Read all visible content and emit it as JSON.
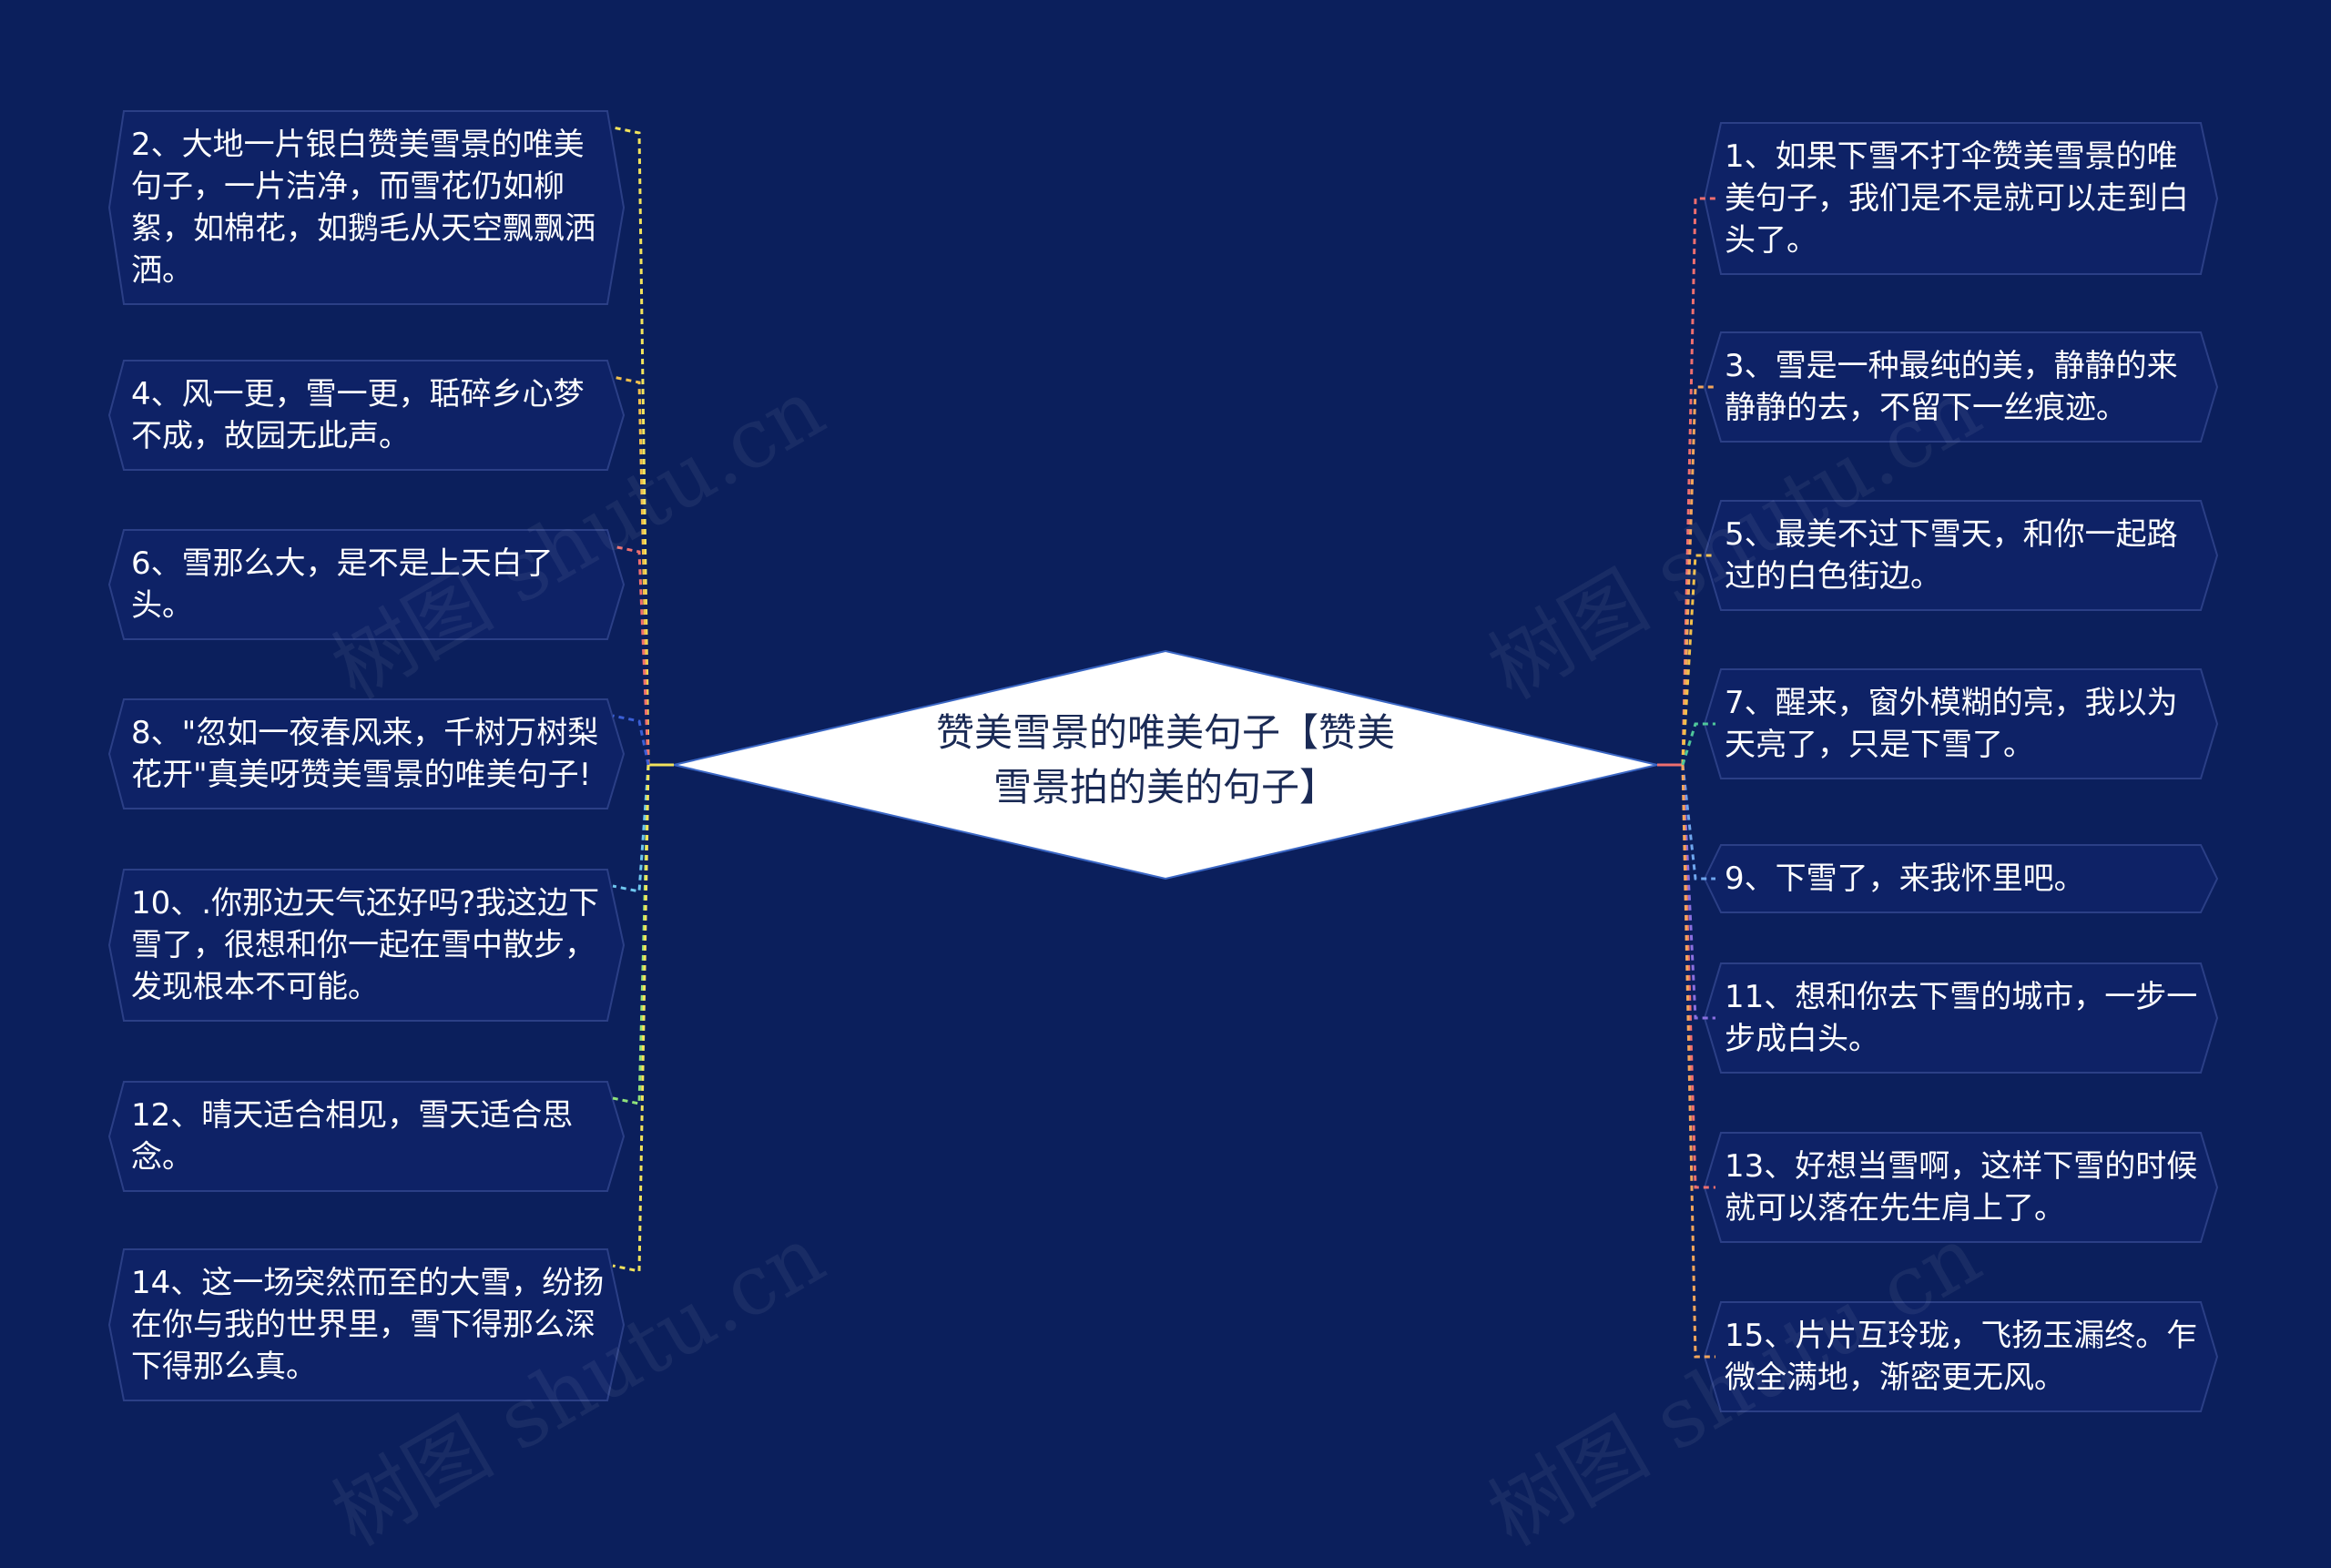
{
  "colors": {
    "background": "#0b1f5c",
    "node_fill": "#0e2266",
    "node_stroke": "#2b3f86",
    "center_fill": "#ffffff",
    "center_stroke": "#3a66c4"
  },
  "center": {
    "title": "赞美雪景的唯美句子【赞美雪景拍的美的句子】"
  },
  "left_nodes": [
    {
      "text": "2、大地一片银白赞美雪景的唯美句子，一片洁净，而雪花仍如柳絮，如棉花，如鹅毛从天空飘飘洒洒。",
      "color": "#f2e35c"
    },
    {
      "text": "4、风一更，雪一更，聒碎乡心梦不成，故园无此声。",
      "color": "#f2c04c"
    },
    {
      "text": "6、雪那么大，是不是上天白了头。",
      "color": "#ef6f6f"
    },
    {
      "text": "8、\"忽如一夜春风来，千树万树梨花开\"真美呀赞美雪景的唯美句子!",
      "color": "#3b5fd6"
    },
    {
      "text": "10、.你那边天气还好吗?我这边下雪了，很想和你一起在雪中散步，发现根本不可能。",
      "color": "#6fc7ef"
    },
    {
      "text": "12、晴天适合相见，雪天适合思念。",
      "color": "#8fe27a"
    },
    {
      "text": "14、这一场突然而至的大雪，纷扬在你与我的世界里，雪下得那么深下得那么真。",
      "color": "#f2e35c"
    }
  ],
  "right_nodes": [
    {
      "text": "1、如果下雪不打伞赞美雪景的唯美句子，我们是不是就可以走到白头了。",
      "color": "#ef6f6f"
    },
    {
      "text": "3、雪是一种最纯的美，静静的来静静的去，不留下一丝痕迹。",
      "color": "#f2a55c"
    },
    {
      "text": "5、最美不过下雪天，和你一起路过的白色街边。",
      "color": "#f2c04c"
    },
    {
      "text": "7、醒来，窗外模糊的亮，我以为天亮了，只是下雪了。",
      "color": "#4fc79a"
    },
    {
      "text": "9、下雪了，来我怀里吧。",
      "color": "#6fa7ef"
    },
    {
      "text": "11、想和你去下雪的城市，一步一步成白头。",
      "color": "#8a6fe0"
    },
    {
      "text": "13、好想当雪啊，这样下雪的时候就可以落在先生肩上了。",
      "color": "#ef6f6f"
    },
    {
      "text": "15、片片互玲珑，飞扬玉漏终。乍微全满地，渐密更无风。",
      "color": "#f2a55c"
    }
  ],
  "watermark": "树图 shutu.cn"
}
